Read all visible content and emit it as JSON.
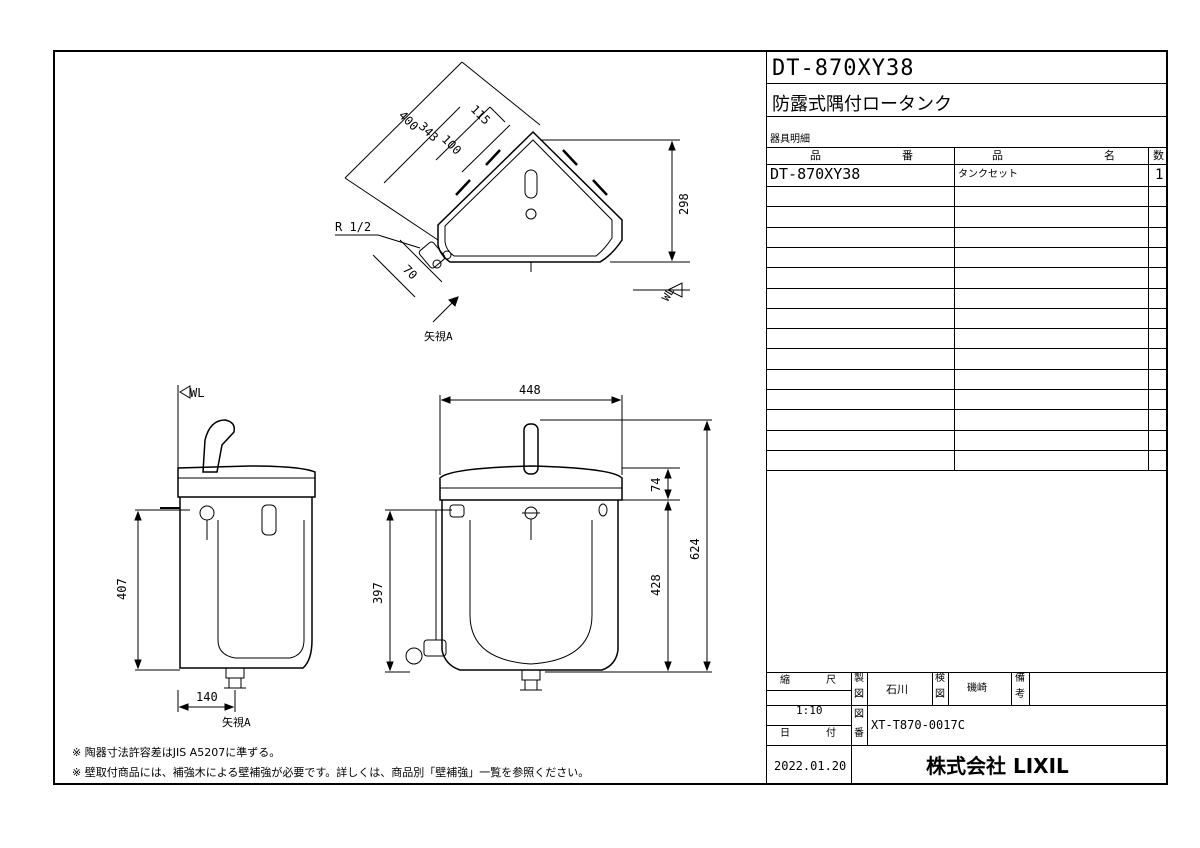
{
  "title_block": {
    "model": "DT-870XY38",
    "product_name": "防露式隅付ロータンク",
    "parts_list_heading": "器具明細",
    "columns": {
      "part_no_1": "品",
      "part_no_2": "番",
      "name_1": "品",
      "name_2": "名",
      "qty": "数"
    },
    "rows": [
      {
        "part_no": "DT-870XY38",
        "name": "タンクセット",
        "qty": "1"
      }
    ],
    "scale_label_1": "縮",
    "scale_label_2": "尺",
    "scale_value": "1:10",
    "date_label_1": "日",
    "date_label_2": "付",
    "date_value": "2022.01.20",
    "drafter_label_1": "製",
    "drafter_label_2": "図",
    "drafter": "石川",
    "checker_label_1": "検",
    "checker_label_2": "図",
    "checker": "磯崎",
    "remarks_label_1": "備",
    "remarks_label_2": "考",
    "drawing_no_label_1": "図",
    "drawing_no_label_2": "番",
    "drawing_no": "XT-T870-0017C",
    "company": "株式会社 LIXIL"
  },
  "dimensions": {
    "top_400": "400",
    "top_343": "343",
    "top_115": "115",
    "top_100": "100",
    "top_298": "298",
    "top_70": "70",
    "top_r12": "R 1/2",
    "top_arrow": "矢視A",
    "top_wl": "WL",
    "side_wl": "WL",
    "side_407": "407",
    "side_140": "140",
    "side_arrow": "矢視A",
    "front_448": "448",
    "front_74": "74",
    "front_624": "624",
    "front_428": "428",
    "front_397": "397"
  },
  "notes": [
    "※ 陶器寸法許容差はJIS A5207に準ずる。",
    "※ 壁取付商品には、補強木による壁補強が必要です。詳しくは、商品別「壁補強」一覧を参照ください。"
  ]
}
